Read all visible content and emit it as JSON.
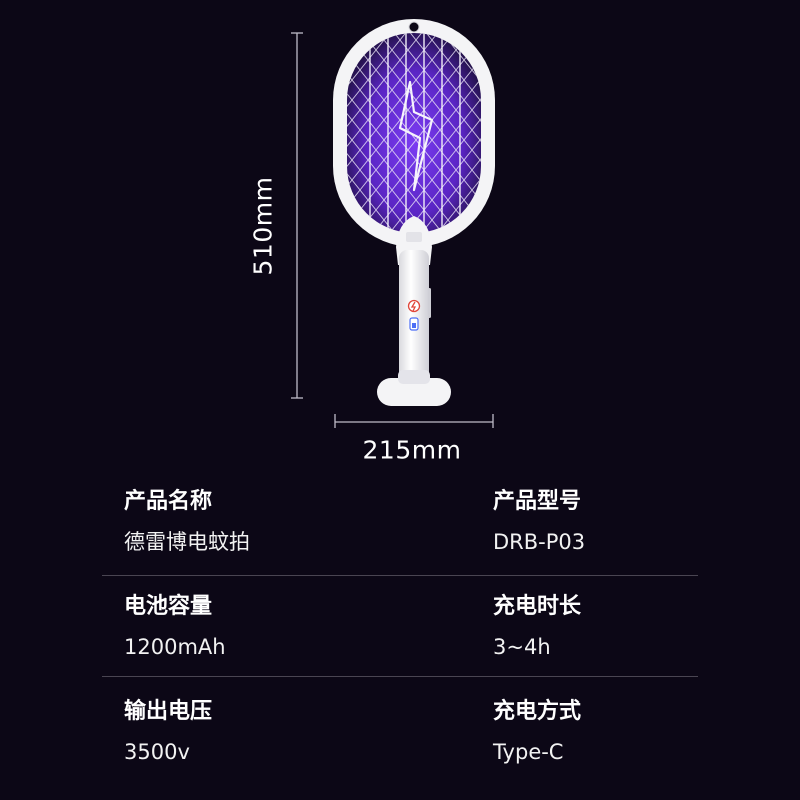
{
  "dimensions": {
    "height": "510mm",
    "width": "215mm"
  },
  "specs": [
    {
      "label": "产品名称",
      "value": "德雷博电蚊拍"
    },
    {
      "label": "产品型号",
      "value": "DRB-P03"
    },
    {
      "label": "电池容量",
      "value": "1200mAh"
    },
    {
      "label": "充电时长",
      "value": "3~4h"
    },
    {
      "label": "输出电压",
      "value": "3500v"
    },
    {
      "label": "充电方式",
      "value": "Type-C"
    }
  ],
  "colors": {
    "background": "#0c0716",
    "mesh_glow": "#6a2fd8",
    "body": "#f4f4f6",
    "divider": "#4a4552"
  },
  "icons": [
    "lightning-power-icon",
    "battery-indicator-icon"
  ]
}
